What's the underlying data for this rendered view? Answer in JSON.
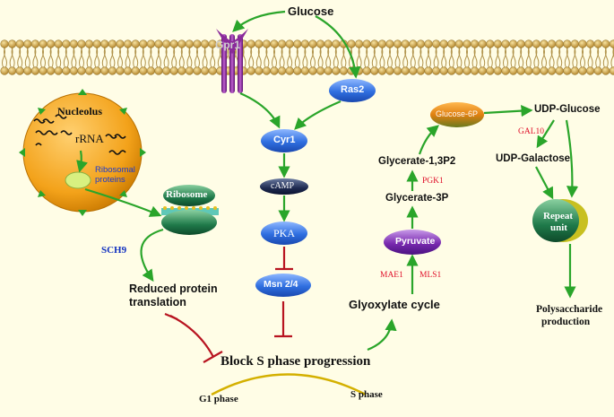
{
  "labels": {
    "glucose": "Glucose",
    "gpr1": "Gpr1",
    "ras2": "Ras2",
    "cyr1": "Cyr1",
    "camp": "cAMP",
    "pka": "PKA",
    "msn24": "Msn 2/4",
    "nucleolus": "Nucleolus",
    "rrna": "rRNA",
    "ribosomal_proteins": "Ribosomal proteins",
    "ribosome": "Ribosome",
    "sch9": "SCH9",
    "reduced_protein": "Reduced protein",
    "translation": "translation",
    "block_s_phase": "Block S phase progression",
    "g1_phase": "G1 phase",
    "s_phase": "S phase",
    "glyoxylate_cycle": "Glyoxylate cycle",
    "mae1": "MAE1",
    "mls1": "MLS1",
    "pyruvate": "Pyruvate",
    "glycerate_3p": "Glycerate-3P",
    "pgk1": "PGK1",
    "glycerate_13p2": "Glycerate-1,3P2",
    "glucose_6p": "Glucose-6P",
    "udp_glucose": "UDP-Glucose",
    "gal10": "GAL10",
    "udp_galactose": "UDP-Galactose",
    "repeat": "Repeat",
    "unit": "unit",
    "polysaccharide": "Polysaccharide",
    "production": "production"
  },
  "colors": {
    "arrow_green": "#2aa52a",
    "inhibit_red": "#b81420",
    "node_blue": "#2f6fe0",
    "membrane_gold": "#c8a040",
    "nucleolus_orange": "#f3a21a",
    "ribosome_green": "#1f7a4a",
    "pyruvate_purple": "#7a2bb0",
    "glucose6p_orange": "#e08010",
    "gpr1_purple": "#8a2a9a"
  }
}
